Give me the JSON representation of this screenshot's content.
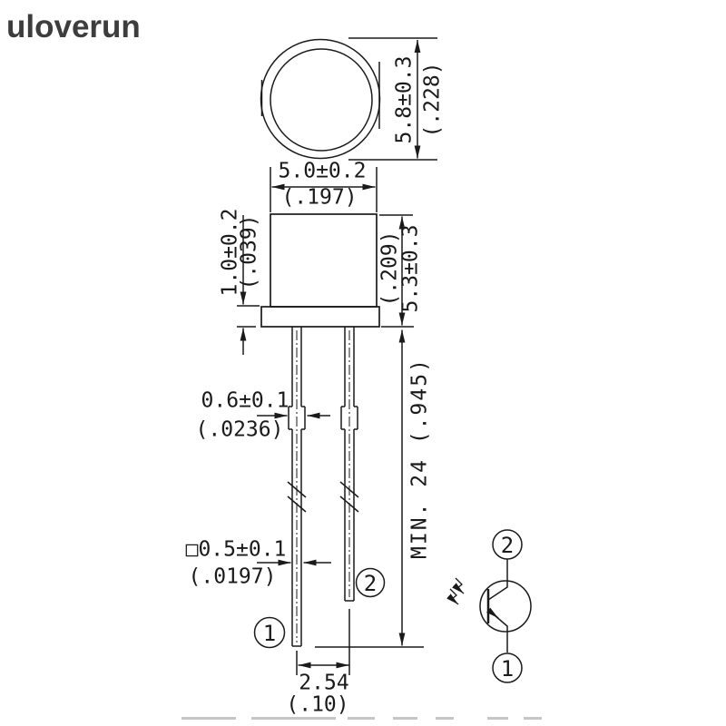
{
  "logo": {
    "text": "uloverun"
  },
  "top_view": {
    "diameter_mm": "5.8±0.3",
    "diameter_in": "(.228)"
  },
  "body": {
    "width_mm": "5.0±0.2",
    "width_in": "(.197)",
    "flange_mm": "1.0±0.2",
    "flange_in": "(.039)",
    "height_in": "(.209)",
    "height_mm": "5.3±0.3"
  },
  "leads": {
    "min_length": "MIN. 24 (.945)",
    "width_upper_mm": "0.6±0.1",
    "width_upper_in": "(.0236)",
    "width_lower_mm": "□0.5±0.1",
    "width_lower_in": "(.0197)",
    "pitch_mm": "2.54",
    "pitch_in": "(.10)",
    "pin1": "1",
    "pin2": "2"
  },
  "schematic": {
    "pin_top": "2",
    "pin_bottom": "1"
  },
  "colors": {
    "line": "#1a1a1a",
    "logo": "#3d3d3d"
  }
}
